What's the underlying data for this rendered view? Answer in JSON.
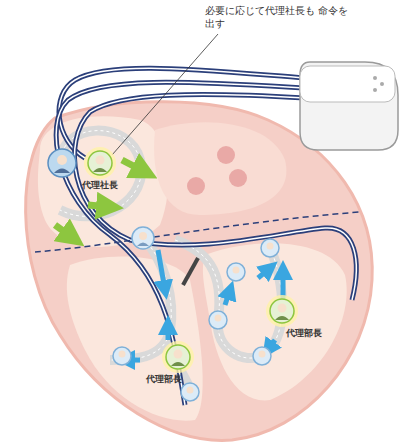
{
  "diagram": {
    "nodes": [
      {
        "text": [
          "代理社長"
        ]
      },
      {
        "text": [
          "代理部長"
        ]
      },
      {
        "text": [
          "代理部長"
        ]
      }
    ],
    "labels": [
      "必要に応じて代理社長も 命令を出す"
    ]
  }
}
